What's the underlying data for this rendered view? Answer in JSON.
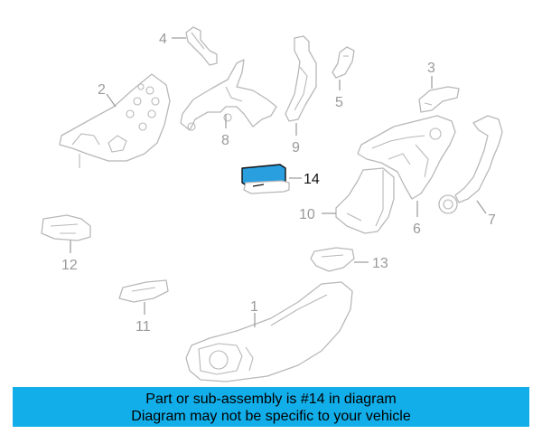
{
  "diagram": {
    "highlighted_part": "14",
    "highlight_color": "#2a9fe0",
    "callouts": [
      {
        "id": "1",
        "label": "1"
      },
      {
        "id": "2",
        "label": "2"
      },
      {
        "id": "3",
        "label": "3"
      },
      {
        "id": "4",
        "label": "4"
      },
      {
        "id": "5",
        "label": "5"
      },
      {
        "id": "6",
        "label": "6"
      },
      {
        "id": "7",
        "label": "7"
      },
      {
        "id": "8",
        "label": "8"
      },
      {
        "id": "9",
        "label": "9"
      },
      {
        "id": "10",
        "label": "10"
      },
      {
        "id": "11",
        "label": "11"
      },
      {
        "id": "12",
        "label": "12"
      },
      {
        "id": "13",
        "label": "13"
      },
      {
        "id": "14",
        "label": "14"
      }
    ]
  },
  "banner": {
    "line1": "Part or sub-assembly is #14 in diagram",
    "line2": "Diagram may not be specific to your vehicle",
    "background": "#12aee9"
  }
}
